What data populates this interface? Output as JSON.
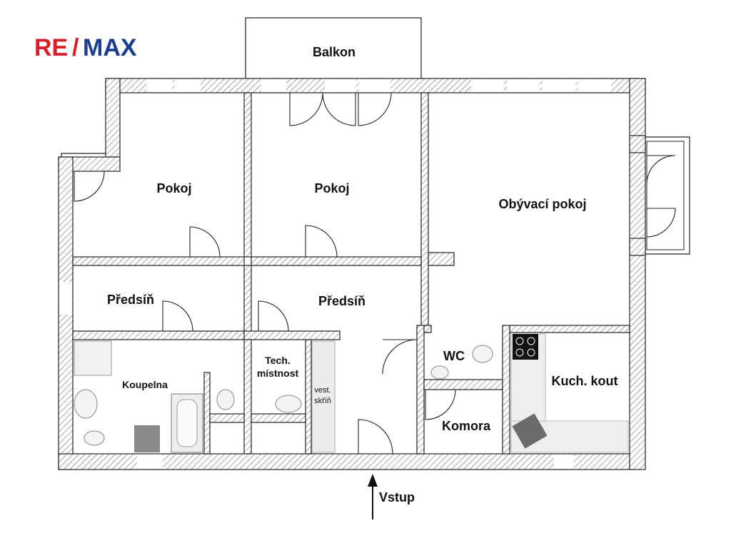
{
  "logo": {
    "part1": "RE",
    "part2": "MAX",
    "color_red": "#d81f2a",
    "color_blue": "#1b3d8f"
  },
  "rooms": {
    "balkon": "Balkon",
    "pokoj_left": "Pokoj",
    "pokoj_middle": "Pokoj",
    "obyvaci_pokoj": "Obývací pokoj",
    "predsin_left": "Předsíň",
    "predsin_center": "Předsíň",
    "koupelna": "Koupelna",
    "tech_line1": "Tech.",
    "tech_line2": "místnost",
    "vest_line1": "vest.",
    "vest_line2": "skříň",
    "wc": "WC",
    "komora": "Komora",
    "kuch_kout": "Kuch. kout"
  },
  "entrance": {
    "label": "Vstup"
  }
}
